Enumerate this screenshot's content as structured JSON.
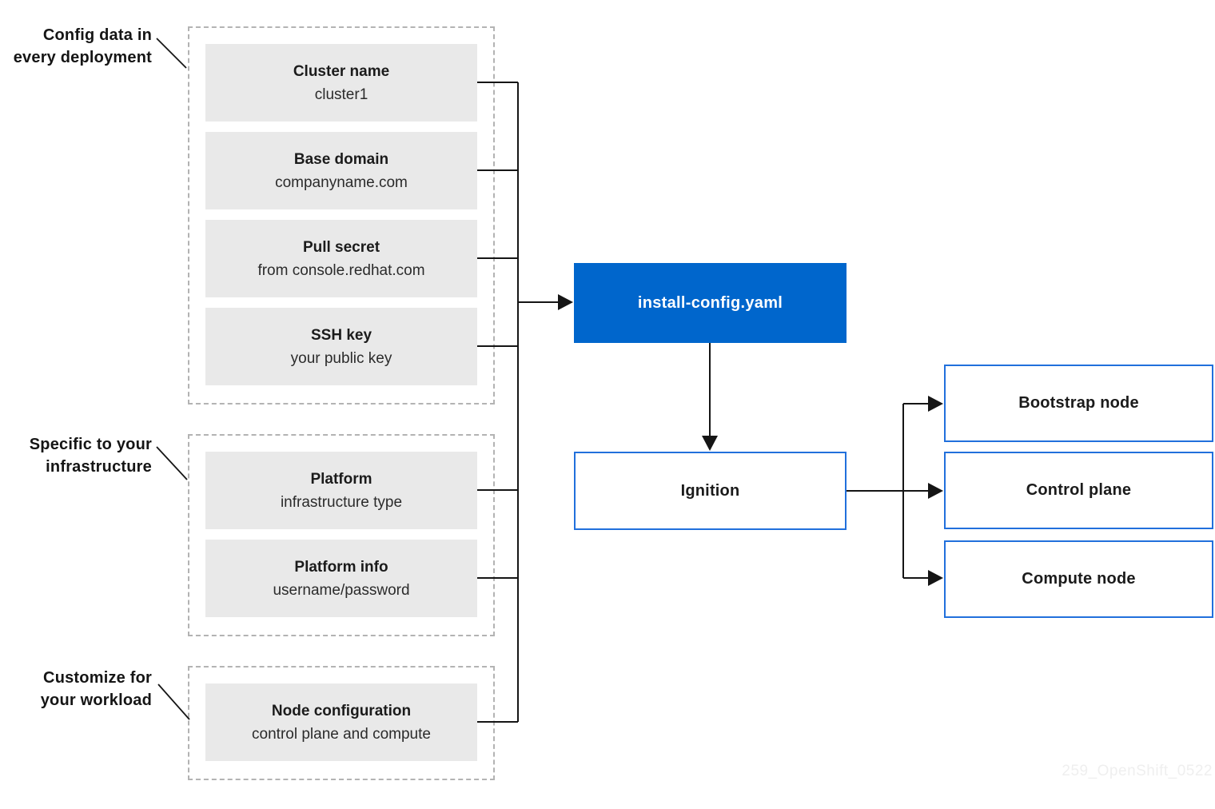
{
  "colors": {
    "accent_blue": "#0066cc",
    "node_border_blue": "#2170dc",
    "box_gray": "#e9e9e9",
    "dashed_border_gray": "#b3b3b3",
    "line_ink": "#151515",
    "watermark_gray": "#efefef"
  },
  "config_groups": [
    {
      "label_lines": [
        "Config data in",
        "every deployment"
      ],
      "boxes": [
        {
          "title": "Cluster name",
          "subtitle": "cluster1"
        },
        {
          "title": "Base domain",
          "subtitle": "companyname.com"
        },
        {
          "title": "Pull secret",
          "subtitle": "from console.redhat.com"
        },
        {
          "title": "SSH key",
          "subtitle": "your public key"
        }
      ]
    },
    {
      "label_lines": [
        "Specific to your",
        "infrastructure"
      ],
      "boxes": [
        {
          "title": "Platform",
          "subtitle": "infrastructure type"
        },
        {
          "title": "Platform info",
          "subtitle": "username/password"
        }
      ]
    },
    {
      "label_lines": [
        "Customize for",
        "your workload"
      ],
      "boxes": [
        {
          "title": "Node configuration",
          "subtitle": "control plane and compute"
        }
      ]
    }
  ],
  "flow": {
    "install_config_label": "install-config.yaml",
    "ignition_label": "Ignition"
  },
  "output_nodes": [
    {
      "label": "Bootstrap node"
    },
    {
      "label": "Control plane"
    },
    {
      "label": "Compute node"
    }
  ],
  "watermark": "259_OpenShift_0522"
}
